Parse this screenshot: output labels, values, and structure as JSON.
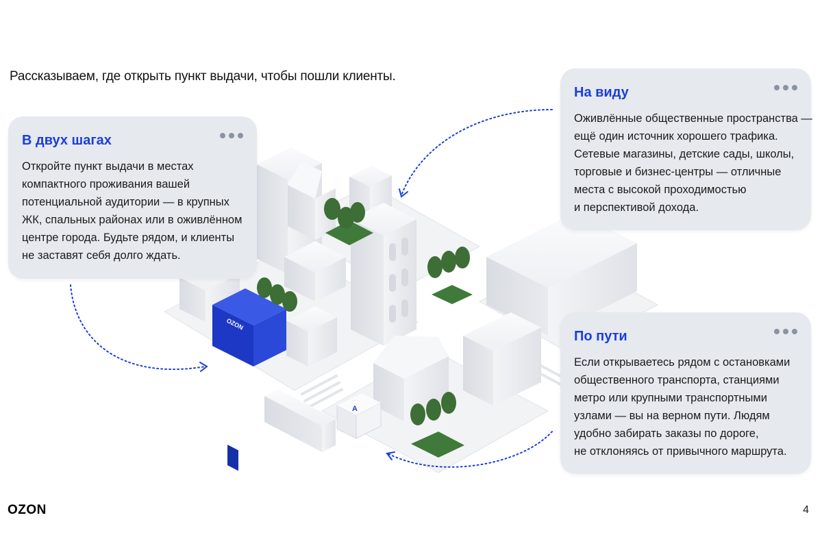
{
  "intro": "Рассказываем, где открыть пункт выдачи, чтобы пошли клиенты.",
  "cards": {
    "left": {
      "title": "В двух шагах",
      "lines": [
        "Откройте пункт выдачи в местах",
        "компактного проживания вашей",
        "потенциальной аудитории — в крупных",
        "ЖК, спальных районах или в оживлённом",
        "центре города. Будьте рядом, и клиенты",
        "не заставят себя долго ждать."
      ]
    },
    "top": {
      "title": "На виду",
      "lines": [
        "Оживлённые общественные пространства —",
        "ещё один источник хорошего трафика.",
        "Сетевые магазины, детские сады, школы,",
        "торговые и бизнес-центры — отличные",
        "места с высокой проходимостью",
        "и перспективой дохода."
      ]
    },
    "bottom": {
      "title": "По пути",
      "lines": [
        "Если открываетесь рядом с остановками",
        "общественного транспорта, станциями",
        "метро или крупными транспортными",
        "узлами — вы на верном пути. Людям",
        "удобно забирать заказы по дороге,",
        "не отклоняясь от привычного маршрута."
      ]
    }
  },
  "illustration": {
    "storefront_sign": "OZON",
    "bus_stop_sign": "A"
  },
  "footer": {
    "logo": "OZON",
    "page_number": "4"
  },
  "colors": {
    "accent": "#1a3fd6",
    "card_bg": "#e6e9ee",
    "dots": "#8a93a3",
    "storefront": "#1f3fd2"
  }
}
